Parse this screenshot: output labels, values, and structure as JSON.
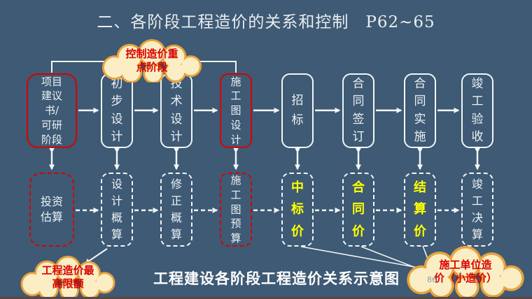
{
  "slide": {
    "title": "二、各阶段工程造价的关系和控制　P62~65",
    "caption": "工程建设各阶段工程造价关系示意图",
    "page_number": "86"
  },
  "callouts": {
    "top": "控制造价重\n点阶段",
    "bottom_left": "工程造价最\n高限额",
    "bottom_right": "施工单位造\n价（小造价）"
  },
  "flow": {
    "top_row": [
      {
        "label": "项目建议书/可研阶段",
        "highlight": "red"
      },
      {
        "label": "初步设计",
        "highlight": "none"
      },
      {
        "label": "技术设计",
        "highlight": "none"
      },
      {
        "label": "施工图设计",
        "highlight": "red"
      },
      {
        "label": "招标",
        "highlight": "none"
      },
      {
        "label": "合同签订",
        "highlight": "none"
      },
      {
        "label": "合同实施",
        "highlight": "none"
      },
      {
        "label": "竣工验收",
        "highlight": "none"
      }
    ],
    "bottom_row": [
      {
        "label": "投资估算",
        "highlight": "red",
        "emphasis": "none"
      },
      {
        "label": "设计概算",
        "highlight": "none",
        "emphasis": "none"
      },
      {
        "label": "修正概算",
        "highlight": "none",
        "emphasis": "none"
      },
      {
        "label": "施工图预算",
        "highlight": "red",
        "emphasis": "none"
      },
      {
        "label": "中标价",
        "highlight": "none",
        "emphasis": "yellow"
      },
      {
        "label": "合同价",
        "highlight": "none",
        "emphasis": "yellow"
      },
      {
        "label": "结算价",
        "highlight": "none",
        "emphasis": "yellow"
      },
      {
        "label": "竣工决算",
        "highlight": "none",
        "emphasis": "none"
      }
    ]
  },
  "colors": {
    "background": "#3E5A74",
    "box_border": "#F2F6F8",
    "accent_red": "#D90000",
    "emphasis_yellow": "#FFFF00",
    "cloud_fill": "#FBEEC5",
    "cloud_border": "#E8A23C",
    "footer_strip": "#5F4646"
  }
}
